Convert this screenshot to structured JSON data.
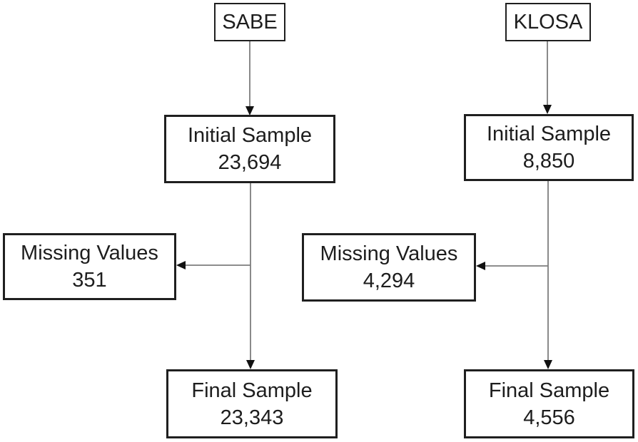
{
  "diagram": {
    "sabe": {
      "source_label": "SABE",
      "initial": {
        "label": "Initial Sample",
        "value": "23,694"
      },
      "missing": {
        "label": "Missing Values",
        "value": "351"
      },
      "final": {
        "label": "Final Sample",
        "value": "23,343"
      }
    },
    "klosa": {
      "source_label": "KLOSA",
      "initial": {
        "label": "Initial Sample",
        "value": "8,850"
      },
      "missing": {
        "label": "Missing Values",
        "value": "4,294"
      },
      "final": {
        "label": "Final Sample",
        "value": "4,556"
      }
    },
    "colors": {
      "box_border": "#1f1f1f",
      "connector_line": "#7d7d7d",
      "arrowhead": "#111111"
    }
  }
}
